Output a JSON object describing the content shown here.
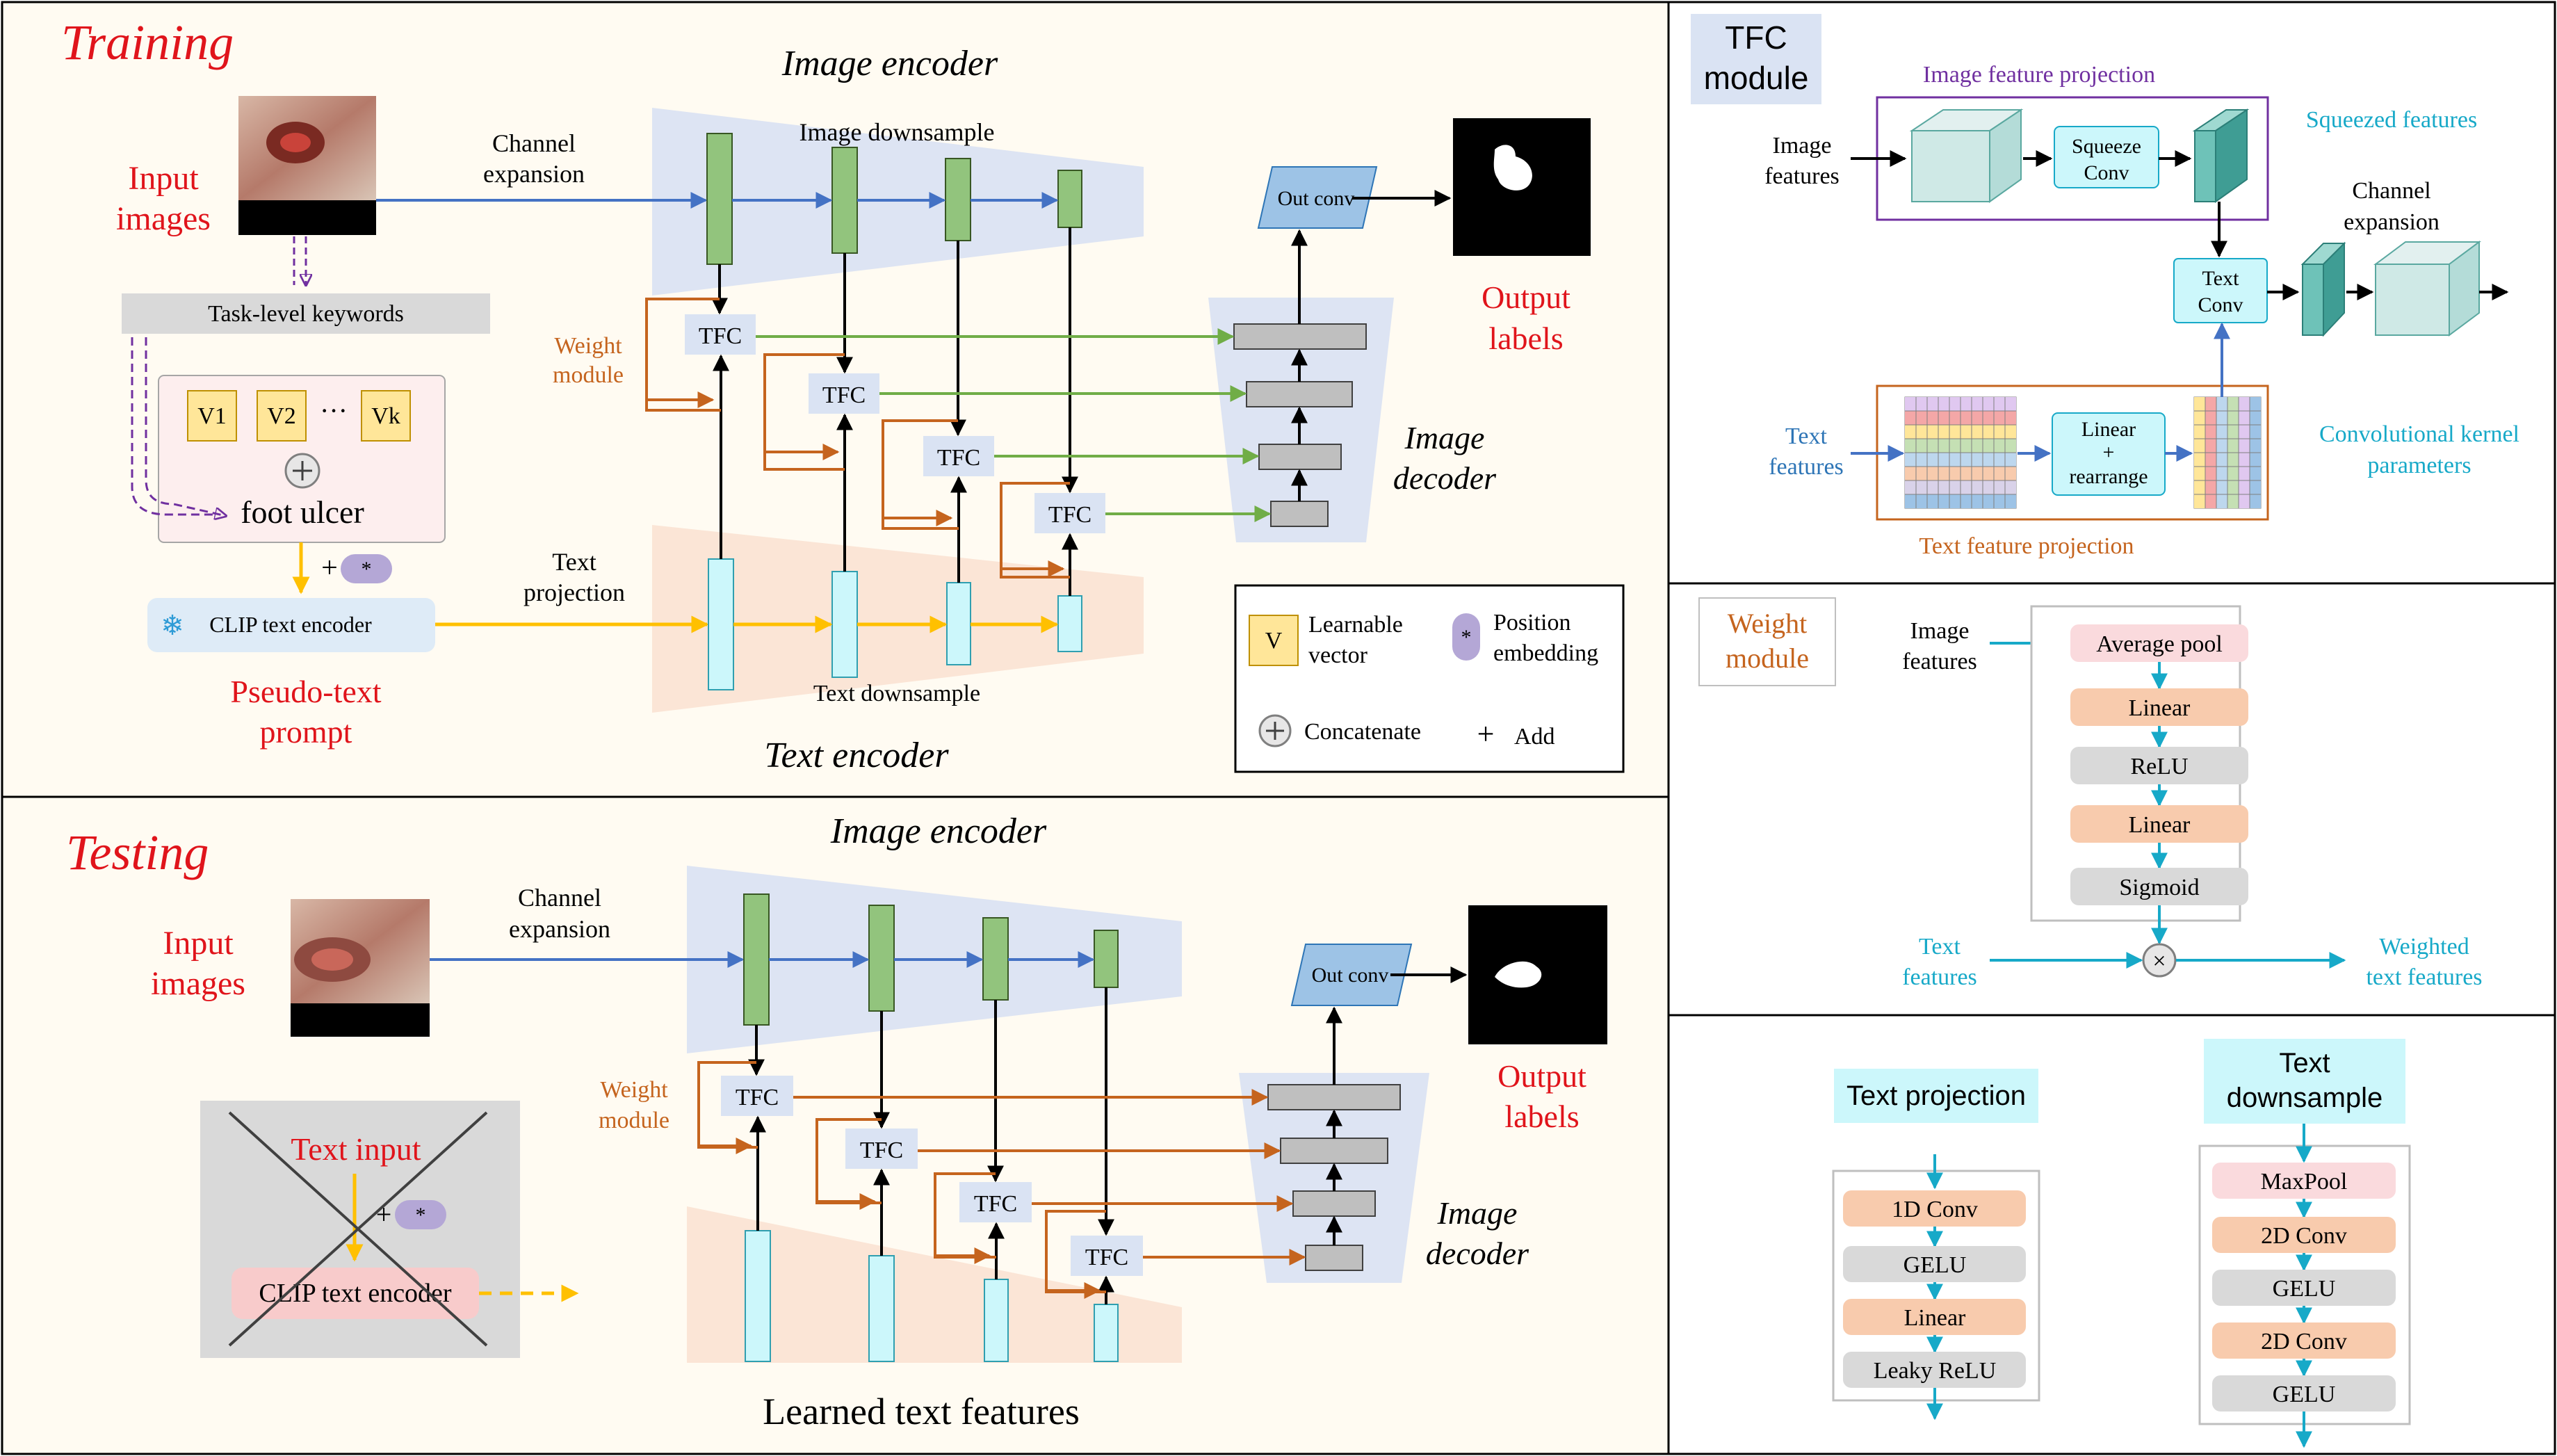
{
  "training": {
    "title": "Training",
    "input_images": [
      "Input",
      "images"
    ],
    "channel_expansion": [
      "Channel",
      "expansion"
    ],
    "image_encoder": "Image encoder",
    "image_downsample": "Image downsample",
    "task_keywords": "Task-level keywords",
    "v1": "V1",
    "v2": "V2",
    "vk": "Vk",
    "dots": "···",
    "foot_ulcer": "foot ulcer",
    "weight_module": [
      "Weight",
      "module"
    ],
    "tfc": "TFC",
    "out_conv": "Out conv",
    "output_labels": [
      "Output",
      "labels"
    ],
    "image_decoder": [
      "Image",
      "decoder"
    ],
    "text_projection": [
      "Text",
      "projection"
    ],
    "clip_text_encoder": "CLIP text encoder",
    "text_downsample": "Text downsample",
    "text_encoder": "Text encoder",
    "pseudo_text_prompt": [
      "Pseudo-text",
      "prompt"
    ],
    "plus": "+",
    "star": "*"
  },
  "legend": {
    "v_symbol": "V",
    "learnable_vector": [
      "Learnable",
      "vector"
    ],
    "position_embedding": [
      "Position",
      "embedding"
    ],
    "concatenate": "Concatenate",
    "add": "Add"
  },
  "testing": {
    "title": "Testing",
    "input_images": [
      "Input",
      "images"
    ],
    "channel_expansion": [
      "Channel",
      "expansion"
    ],
    "image_encoder": "Image encoder",
    "weight_module": [
      "Weight",
      "module"
    ],
    "tfc": "TFC",
    "out_conv": "Out conv",
    "output_labels": [
      "Output",
      "labels"
    ],
    "image_decoder": [
      "Image",
      "decoder"
    ],
    "text_input": "Text input",
    "clip_text_encoder": "CLIP text encoder",
    "learned_text_features": "Learned text features"
  },
  "tfc_module": {
    "title": [
      "TFC",
      "module"
    ],
    "image_feature_projection": "Image feature projection",
    "image_features": [
      "Image",
      "features"
    ],
    "squeeze_conv": [
      "Squeeze",
      "Conv"
    ],
    "squeezed_features": "Squeezed features",
    "channel_expansion": [
      "Channel",
      "expansion"
    ],
    "text_conv": [
      "Text",
      "Conv"
    ],
    "text_features": [
      "Text",
      "features"
    ],
    "linear_rearrange": [
      "Linear",
      "+",
      "rearrange"
    ],
    "conv_kernel_params": [
      "Convolutional kernel",
      "parameters"
    ],
    "text_feature_projection": "Text feature projection"
  },
  "weight_module": {
    "title": [
      "Weight",
      "module"
    ],
    "image_features": [
      "Image",
      "features"
    ],
    "steps": [
      "Average pool",
      "Linear",
      "ReLU",
      "Linear",
      "Sigmoid"
    ],
    "text_features": [
      "Text",
      "features"
    ],
    "multiply": "×",
    "weighted_text_features": [
      "Weighted",
      "text features"
    ]
  },
  "text_projection_block": {
    "title": "Text projection",
    "steps": [
      "1D Conv",
      "GELU",
      "Linear",
      "Leaky ReLU"
    ]
  },
  "text_downsample_block": {
    "title": [
      "Text",
      "downsample"
    ],
    "steps": [
      "MaxPool",
      "2D Conv",
      "GELU",
      "2D Conv",
      "GELU"
    ]
  },
  "colors": {
    "panel_bg": "#fffbf2",
    "red_title": "#e0141b",
    "orange": "#c5641e",
    "blue_arrow": "#4472c4",
    "green_arrow": "#70ad47",
    "yellow_arrow": "#ffc000",
    "cyan_text": "#17a9c8",
    "tfc_box": "#dae3f3",
    "encoder_trap": "#dde4f3",
    "text_trap": "#fbe5d6",
    "green_feat": "#92c47d",
    "cyan_feat": "#ccf7fb",
    "gray_feat": "#bfbfbf"
  }
}
